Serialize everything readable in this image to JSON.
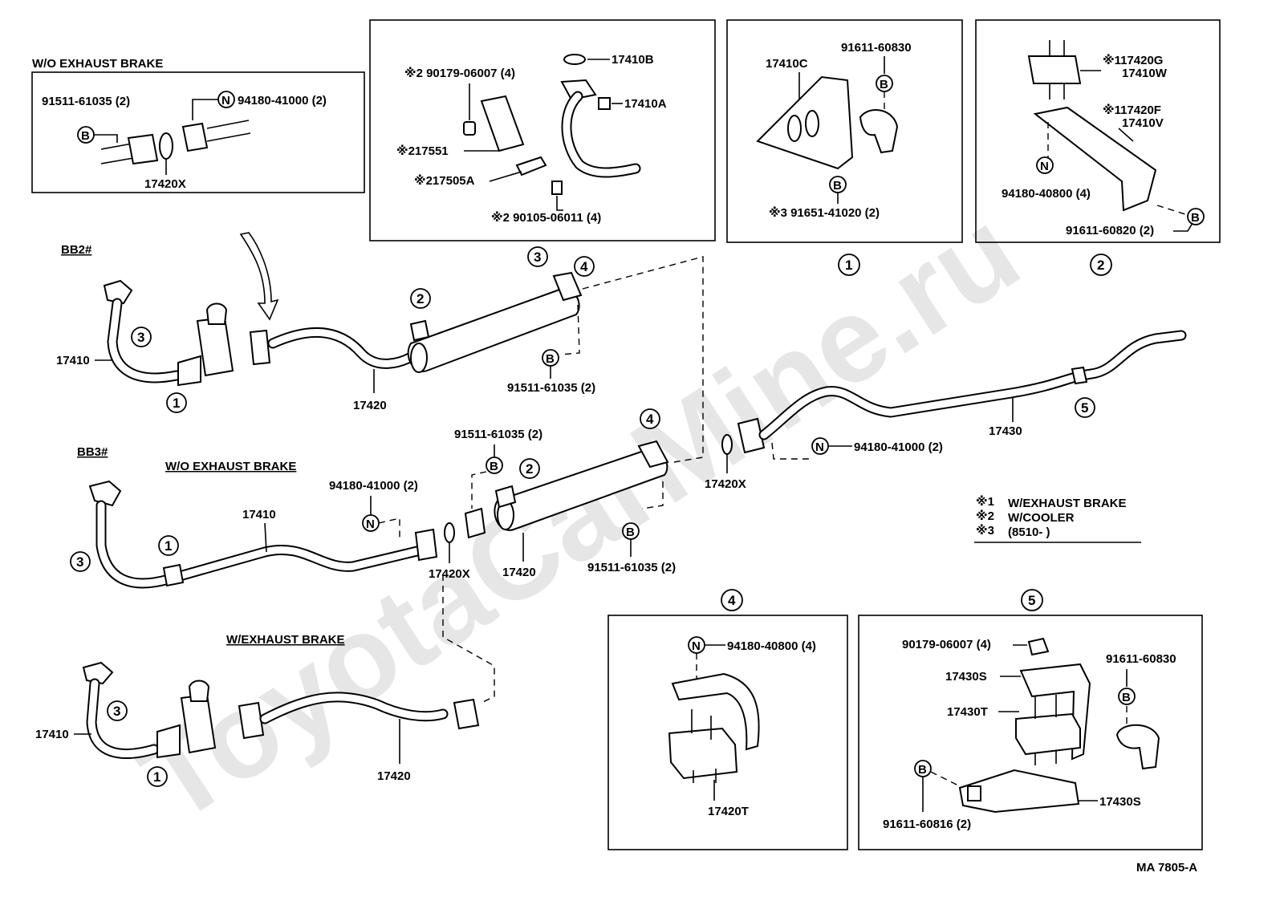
{
  "watermark": "ToyotaCarMine.ru",
  "drawing_code": "MA 7805-A",
  "callout_markers": {
    "one": "1",
    "two": "2",
    "three": "3",
    "four": "4",
    "five": "5"
  },
  "marker_letters": {
    "b": "B",
    "n": "N"
  },
  "inset_wo_exhaust_brake": {
    "title": "W/O EXHAUST BRAKE",
    "bolt": "91511-61035 (2)",
    "nut": "94180-41000 (2)",
    "gasket": "17420X"
  },
  "inset_cooler": {
    "support": "17410B",
    "bracket_a": "17410A",
    "clamp_bolt": "※2 90179-06007 (4)",
    "insulator": "※217551",
    "bracket": "※217505A",
    "screw": "※2 90105-06011 (4)"
  },
  "inset_one": {
    "bracket": "17410C",
    "top_bolt": "91611-60830",
    "bottom_bolt": "※3 91651-41020 (2)"
  },
  "inset_two": {
    "mount_g": "※117420G",
    "mount_w": "17410W",
    "mount_f": "※117420F",
    "mount_v": "17410V",
    "nut": "94180-40800 (4)",
    "bolt": "91611-60820 (2)"
  },
  "bb2": {
    "label": "BB2#",
    "front_pipe": "17410",
    "center_pipe": "17420",
    "muffler_bolt": "91511-61035 (2)",
    "tail_pipe": "17430",
    "gasket": "17420X",
    "nut": "94180-41000 (2)"
  },
  "bb3": {
    "label": "BB3#",
    "wo_title": "W/O EXHAUST BRAKE",
    "front_pipe": "17410",
    "nut": "94180-41000 (2)",
    "gasket": "17420X",
    "center_pipe": "17420",
    "bolt_top": "91511-61035 (2)",
    "bolt_bottom": "91511-61035 (2)",
    "w_title": "W/EXHAUST BRAKE",
    "w_front_pipe": "17410",
    "w_center_pipe": "17420"
  },
  "legend": {
    "items": [
      {
        "mark": "※1",
        "text": "W/EXHAUST BRAKE"
      },
      {
        "mark": "※2",
        "text": "W/COOLER"
      },
      {
        "mark": "※3",
        "text": "(8510-          )"
      }
    ]
  },
  "inset_four": {
    "nut": "94180-40800 (4)",
    "mount": "17420T"
  },
  "inset_five": {
    "clamp": "90179-06007 (4)",
    "bracket_s_top": "17430S",
    "bolt_top": "91611-60830",
    "mount": "17430T",
    "bracket_s_bottom": "17430S",
    "bolt_bottom": "91611-60816 (2)"
  }
}
